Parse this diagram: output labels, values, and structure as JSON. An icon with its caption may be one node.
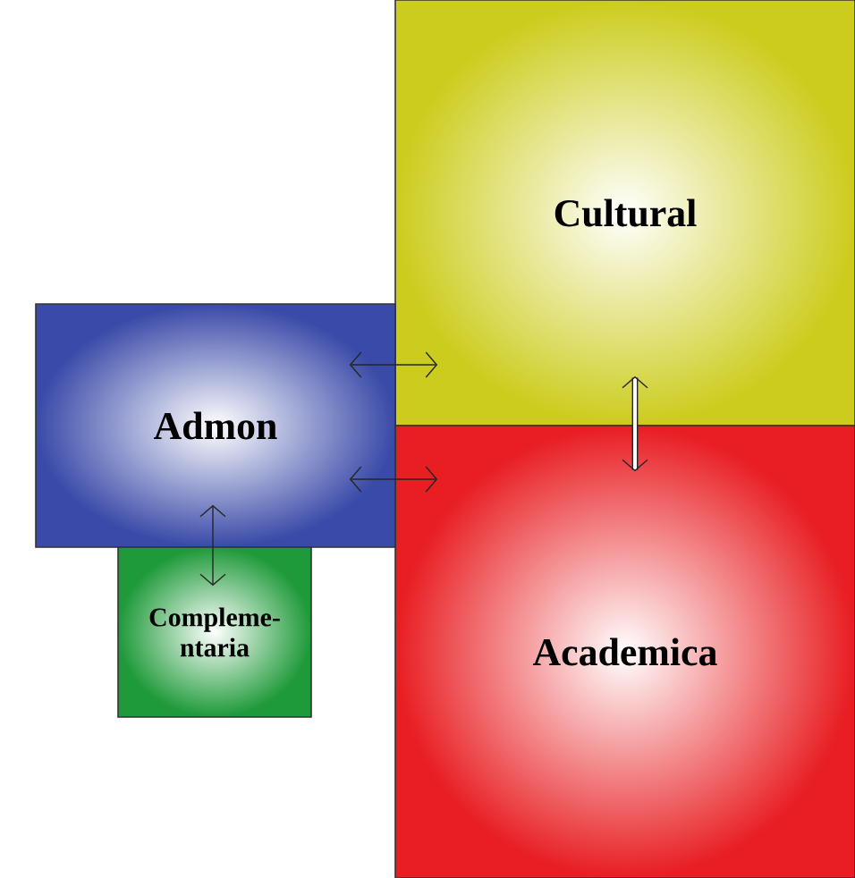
{
  "diagram": {
    "nodes": [
      {
        "text": [
          "Cultural"
        ]
      },
      {
        "text": [
          "Academica"
        ]
      },
      {
        "text": [
          "Admon"
        ]
      },
      {
        "text": [
          "Compleme- ntaria"
        ]
      }
    ],
    "edges": [
      {
        "from": 2,
        "to": 0,
        "arrow": "both"
      },
      {
        "from": 2,
        "to": 1,
        "arrow": "both"
      },
      {
        "from": 0,
        "to": 1,
        "arrow": "both",
        "style": "thick"
      },
      {
        "from": 2,
        "to": 3,
        "arrow": "both"
      }
    ]
  }
}
